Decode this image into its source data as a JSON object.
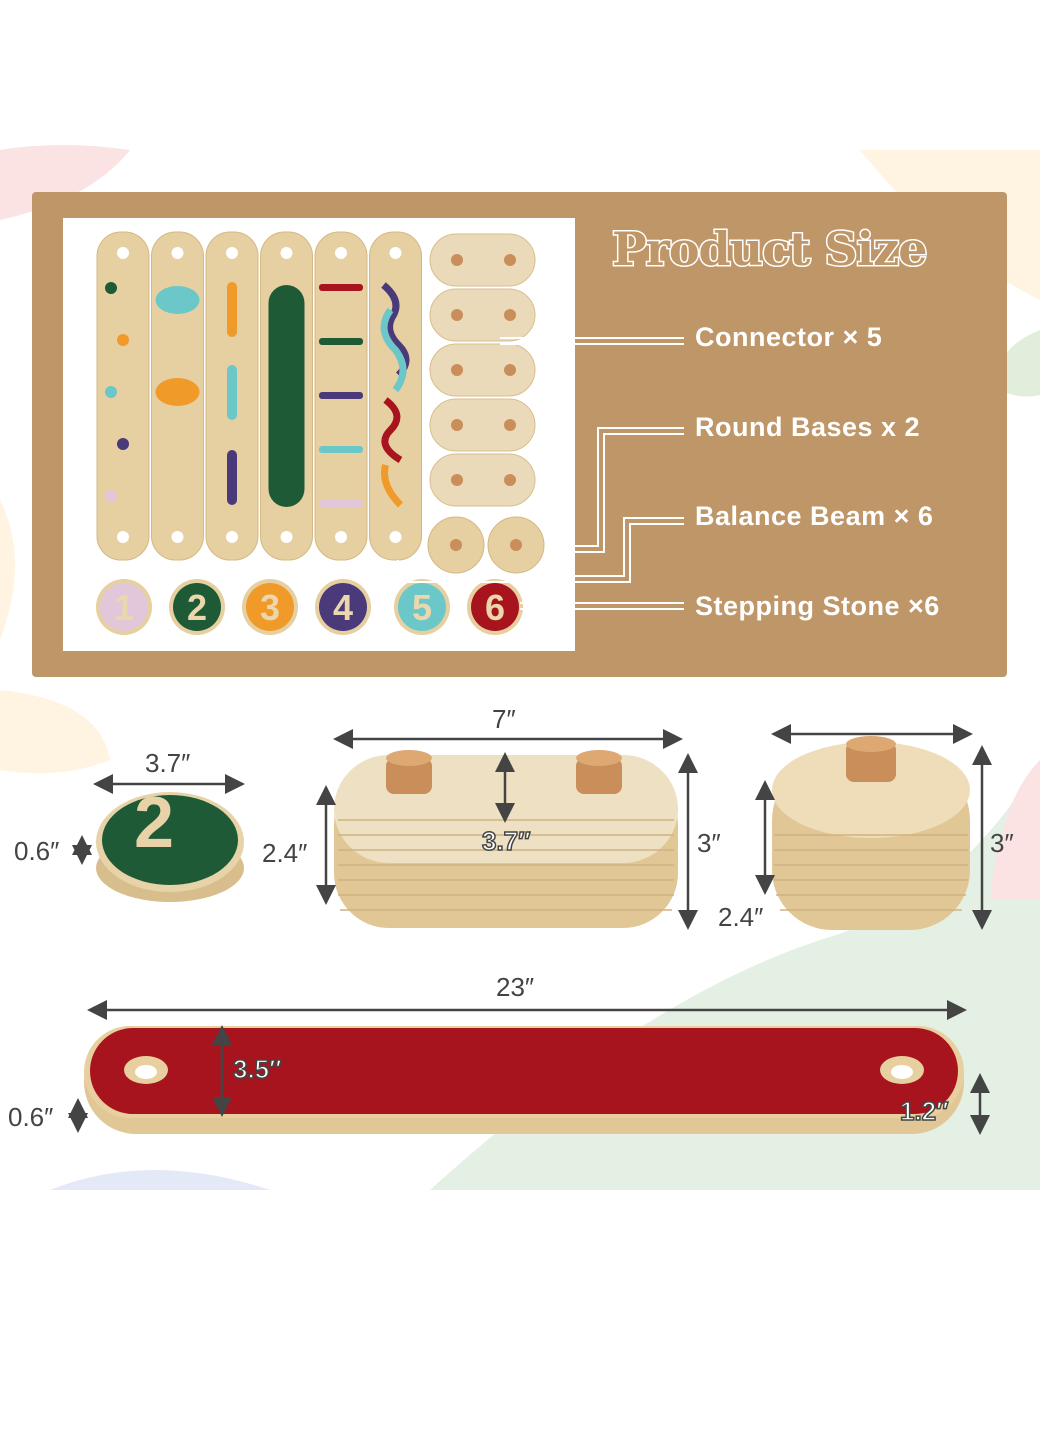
{
  "title": "Product Size",
  "parts": [
    {
      "label": "Connector × 5"
    },
    {
      "label": "Round Bases x 2"
    },
    {
      "label": "Balance Beam × 6"
    },
    {
      "label": "Stepping Stone ×6"
    }
  ],
  "stepping_stone_numbers": [
    "1",
    "2",
    "3",
    "4",
    "5",
    "6"
  ],
  "stone_colors": [
    "#E2C7DA",
    "#1F5A37",
    "#F09A2A",
    "#4A3A7A",
    "#6CC7C9",
    "#A8141E"
  ],
  "dimensions": {
    "stone_diameter": "3.7″",
    "stone_thickness": "0.6″",
    "stone_number": "2",
    "connector_length": "7″",
    "connector_height_inner": "2.4″",
    "connector_width": "3.7″",
    "connector_height_total": "3″",
    "base_height_inner": "2.4″",
    "base_height_total": "3″",
    "beam_length": "23″",
    "beam_width": "3.5″",
    "beam_thickness": "0.6″",
    "beam_hole_offset": "1.2″"
  },
  "colors": {
    "panel": "#BE9668",
    "beam_red": "#A8141E",
    "wood": "#E8D3A8"
  }
}
